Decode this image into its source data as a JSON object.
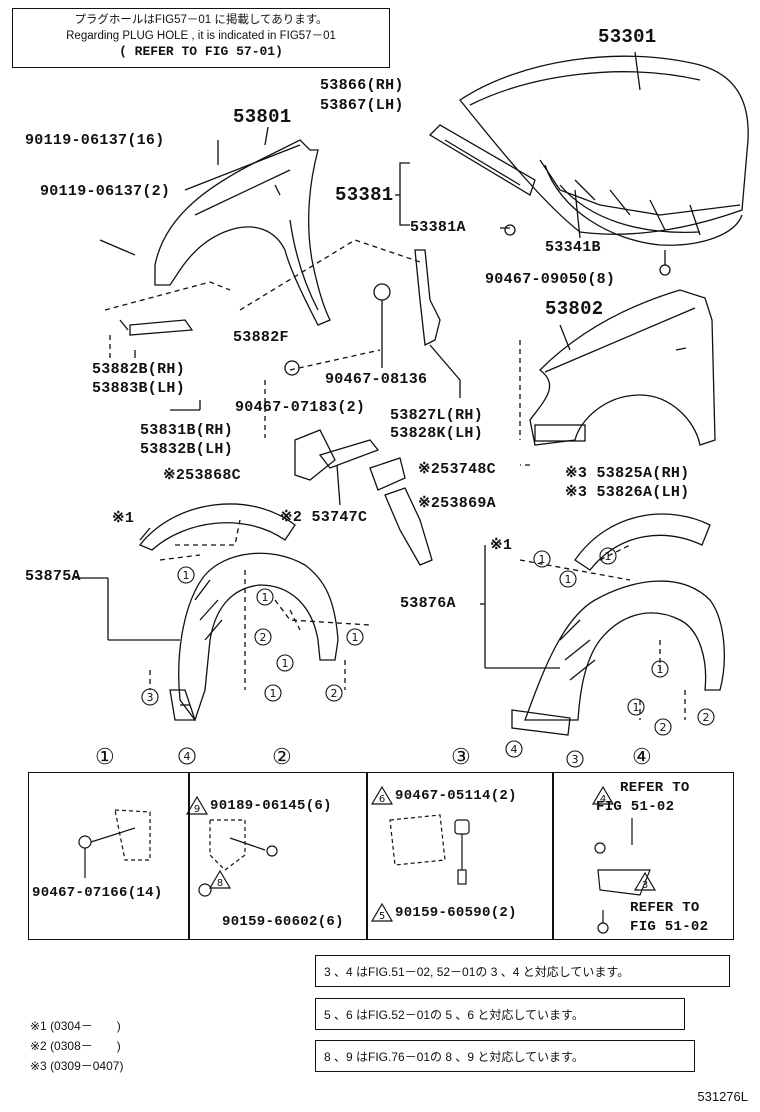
{
  "header_note": {
    "line1": "プラグホールはFIG57－01 に掲載してあります。",
    "line2": "Regarding PLUG HOLE , it is indicated in FIG57－01",
    "line3": "( REFER TO FIG 57-01)"
  },
  "parts": {
    "p53301": "53301",
    "p53866": "53866(RH)",
    "p53867": "53867(LH)",
    "p53801": "53801",
    "p90119_16": "90119-06137(16)",
    "p90119_2": "90119-06137(2)",
    "p53381": "53381",
    "p53381A": "53381A",
    "p53341B": "53341B",
    "p90467_09050": "90467-09050(8)",
    "p53802": "53802",
    "p53882F": "53882F",
    "p53882B": "53882B(RH)",
    "p53883B": "53883B(LH)",
    "p90467_08136": "90467-08136",
    "p90467_07183": "90467-07183(2)",
    "p53827L": "53827L(RH)",
    "p53828K": "53828K(LH)",
    "p53831B": "53831B(RH)",
    "p53832B": "53832B(LH)",
    "p53868C": "※253868C",
    "p53748C": "※253748C",
    "p53825A": "※3 53825A(RH)",
    "p53826A": "※3 53826A(LH)",
    "p53747C": "※2 53747C",
    "p53869A": "※253869A",
    "p53875A": "53875A",
    "p53876A": "53876A",
    "mark1_left": "※1",
    "mark1_right": "※1"
  },
  "panels": {
    "n1": "①",
    "n2": "②",
    "n3": "③",
    "n4": "④",
    "p1_part": "90467-07166(14)",
    "p2_top": "90189-06145(6)",
    "p2_bottom": "90159-60602(6)",
    "p2_tri_top": "9",
    "p2_tri_bottom": "8",
    "p3_top": "90467-05114(2)",
    "p3_bottom": "90159-60590(2)",
    "p3_tri_top": "6",
    "p3_tri_bottom": "5",
    "p4_tri_top": "4",
    "p4_tri_bottom": "3",
    "p4_ref_top_1": "REFER TO",
    "p4_ref_top_2": "FIG 51-02",
    "p4_ref_bottom_1": "REFER TO",
    "p4_ref_bottom_2": "FIG 51-02"
  },
  "notes": {
    "n1": "3 、4 はFIG.51－02, 52－01の 3 、4 と対応しています。",
    "n2": "5 、6 はFIG.52－01の 5 、6 と対応しています。",
    "n3": "8 、9 はFIG.76－01の 8 、9 と対応しています。"
  },
  "footnotes": {
    "f1": "※1 (0304－　　)",
    "f2": "※2 (0308－　　)",
    "f3": "※3 (0309－0407)"
  },
  "diagram_number": "531276L"
}
